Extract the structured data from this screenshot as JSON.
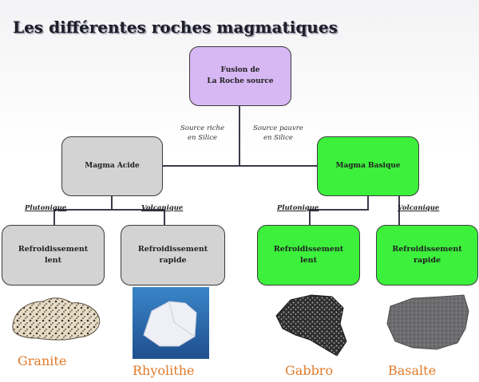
{
  "title": "Les différentes roches magmatiques",
  "source_box": {
    "line1": "Fusion de",
    "line2": "La Roche source"
  },
  "branches": {
    "left": {
      "line1": "Source riche",
      "line2": "en Silice"
    },
    "right": {
      "line1": "Source pauvre",
      "line2": "en Silice"
    }
  },
  "magma": {
    "acid": "Magma Acide",
    "basic": "Magma Basique"
  },
  "connectors": {
    "acid_plutonic": "Plutonique",
    "acid_volcanic": "Volcanique",
    "basic_plutonic": "Plutonique",
    "basic_volcanic": "Volcanique"
  },
  "cooling": [
    {
      "line1": "Refroidissement",
      "line2": "lent"
    },
    {
      "line1": "Refroidissement",
      "line2": "rapide"
    },
    {
      "line1": "Refroidissement",
      "line2": "lent"
    },
    {
      "line1": "Refroidissement",
      "line2": "rapide"
    }
  ],
  "rocks": [
    "Granite",
    "Rhyolithe",
    "Gabbro",
    "Basalte"
  ],
  "colors": {
    "source": "#d7b8f4",
    "acid": "#d3d3d4",
    "basic": "#3cf03c",
    "rock_label": "#e07a2a"
  }
}
